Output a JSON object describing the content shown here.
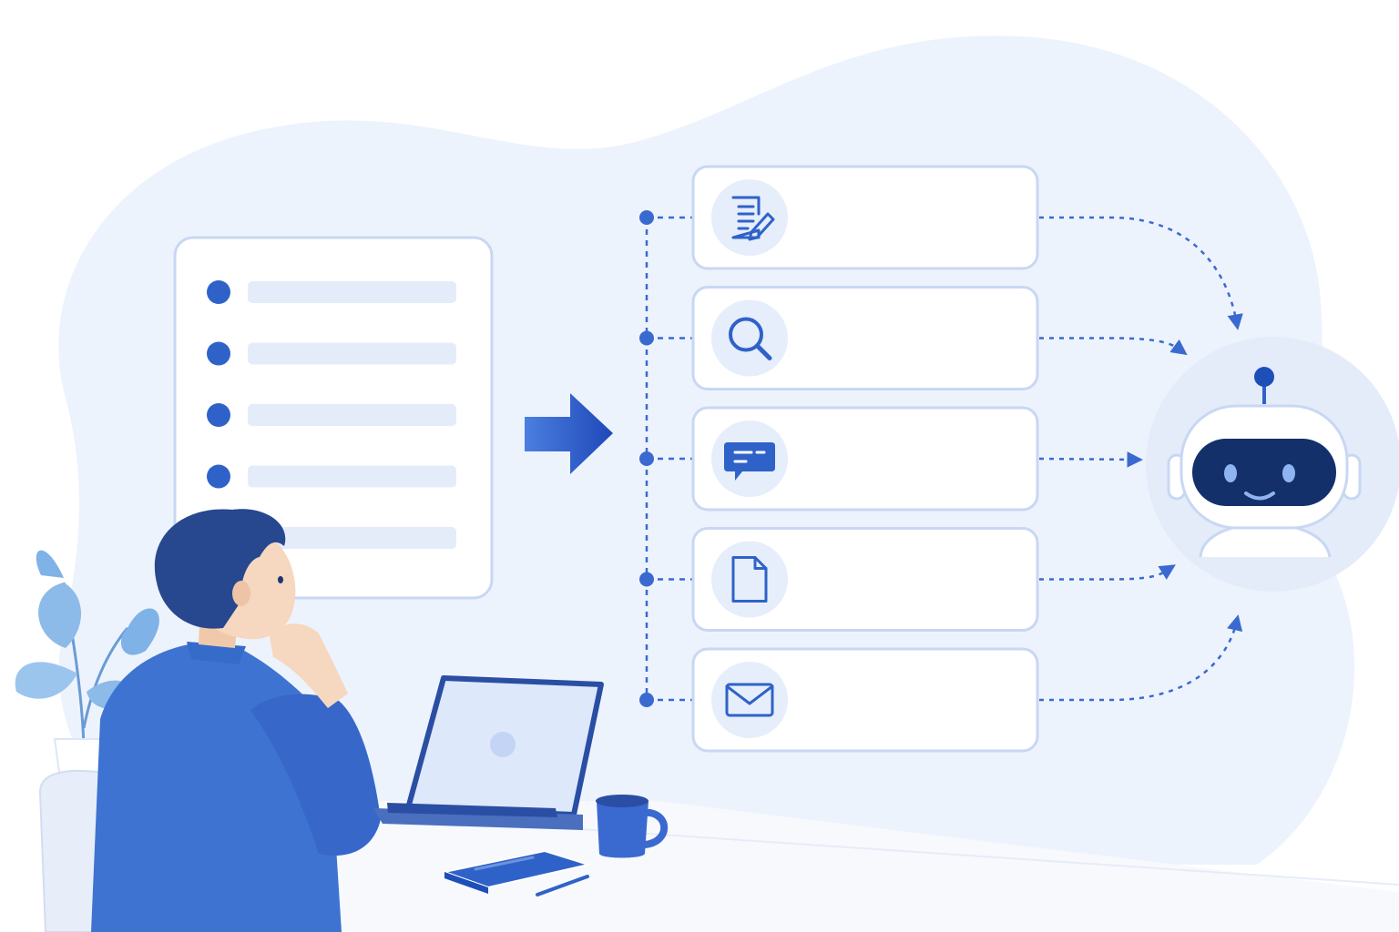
{
  "colors": {
    "background": "#ffffff",
    "blob": "#edf3fd",
    "accent": "#2f62c9",
    "accent_dark": "#1a3f8f",
    "line": "#b9ccf0",
    "placeholder_bar": "#e4ecfa",
    "shirt": "#3f73d1",
    "hair": "#27478f",
    "skin": "#f6d7bf",
    "leaf": "#7fb2e6",
    "robot_face": "#14306b"
  },
  "checklist": {
    "items": [
      {
        "state": "pending"
      },
      {
        "state": "pending"
      },
      {
        "state": "pending"
      },
      {
        "state": "pending"
      },
      {
        "state": "pending"
      }
    ]
  },
  "cards": [
    {
      "icon": "document-edit-icon"
    },
    {
      "icon": "search-icon"
    },
    {
      "icon": "chat-bubble-icon"
    },
    {
      "icon": "file-icon"
    },
    {
      "icon": "mail-icon"
    }
  ],
  "assistant": {
    "icon": "robot-icon"
  }
}
